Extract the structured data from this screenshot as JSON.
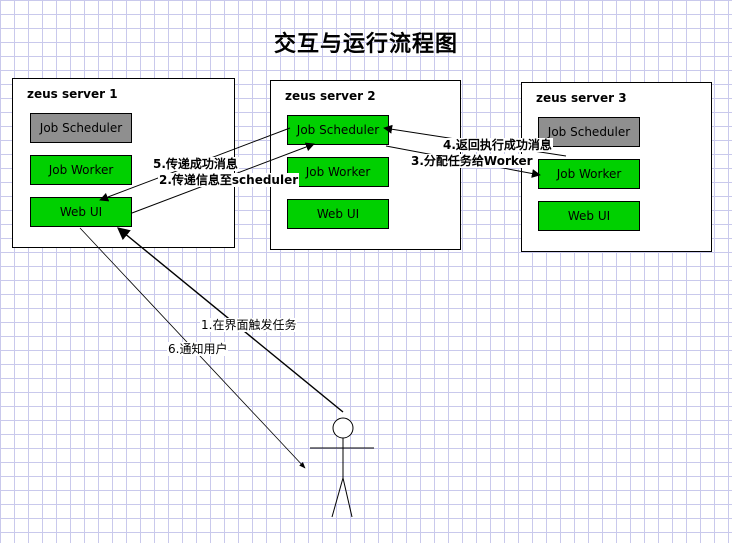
{
  "title": "交互与运行流程图",
  "servers": [
    {
      "label": "zeus server 1",
      "components": [
        "Job Scheduler",
        "Job Worker",
        "Web UI"
      ]
    },
    {
      "label": "zeus server 2",
      "components": [
        "Job Scheduler",
        "Job Worker",
        "Web UI"
      ]
    },
    {
      "label": "zeus server 3",
      "components": [
        "Job Scheduler",
        "Job Worker",
        "Web UI"
      ]
    }
  ],
  "colors": {
    "active": "#00d000",
    "inactive": "#8f8f8f",
    "grid": "#c9c9ec"
  },
  "flows": [
    "1.在界面触发任务",
    "2.传递信息至scheduler",
    "3.分配任务给Worker",
    "4.返回执行成功消息",
    "5.传递成功消息",
    "6.通知用户"
  ],
  "actor": "user-stick-figure"
}
